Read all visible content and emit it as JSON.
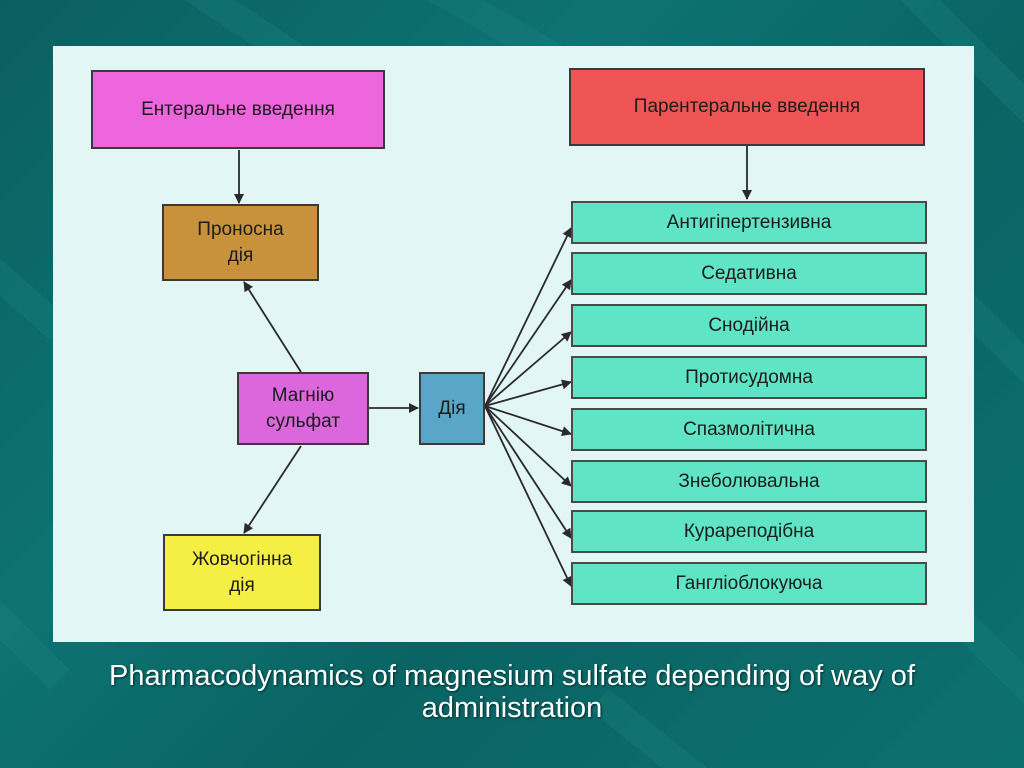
{
  "diagram": {
    "enteral": "Ентеральне введення",
    "parenteral": "Парентеральне введення",
    "laxative": "Проносна\nдія",
    "magnesium": "Магнію\nсульфат",
    "action": "Дія",
    "choleretic": "Жовчогінна\nдія",
    "effects": [
      "Антигіпертензивна",
      "Седативна",
      "Снодійна",
      "Протисудомна",
      "Спазмолітична",
      "Знеболювальна",
      "Курареподібна",
      "Гангліоблокуюча"
    ],
    "colors": {
      "enteral": "#ee66dd",
      "parenteral": "#f05555",
      "laxative": "#c8913c",
      "magnesium": "#dc66dc",
      "action": "#5aa6c8",
      "choleretic": "#f5ee44",
      "effect": "#5fe5c5",
      "panel": "#e2f7f5"
    }
  },
  "caption": "Pharmacodynamics of magnesium sulfate depending of way of administration"
}
